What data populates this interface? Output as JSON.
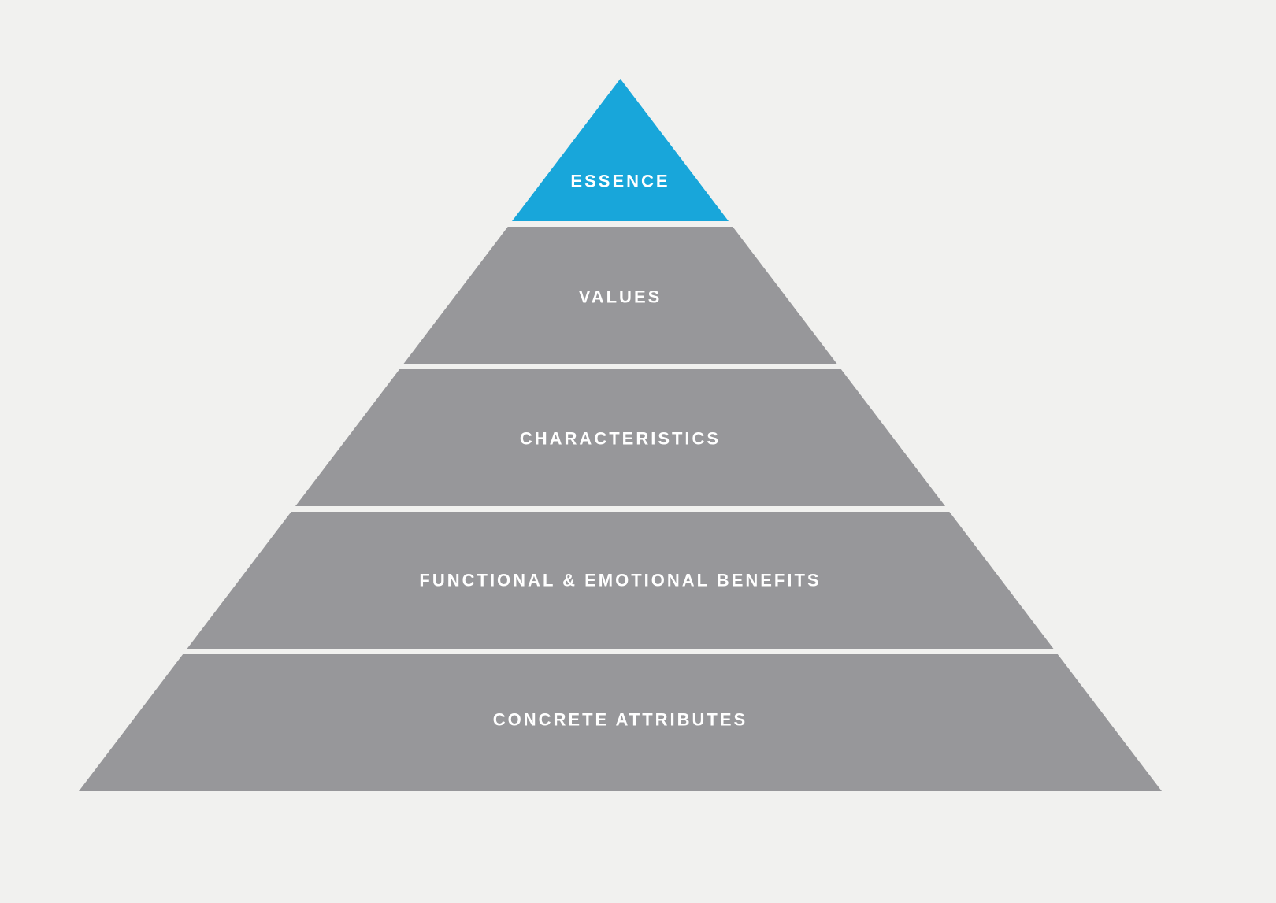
{
  "diagram": {
    "background_color": "#f1f1ef",
    "label_color": "#ffffff",
    "accent_color": "#18a6da",
    "level_color": "#97979a"
  },
  "levels": [
    {
      "label": "ESSENCE",
      "color": "#18a6da"
    },
    {
      "label": "VALUES",
      "color": "#97979a"
    },
    {
      "label": "CHARACTERISTICS",
      "color": "#97979a"
    },
    {
      "label": "FUNCTIONAL & EMOTIONAL BENEFITS",
      "color": "#97979a"
    },
    {
      "label": "CONCRETE ATTRIBUTES",
      "color": "#97979a"
    }
  ]
}
